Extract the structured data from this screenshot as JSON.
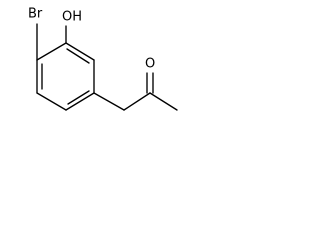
{
  "molecule": {
    "atoms": {
      "bromine": "Br",
      "hydroxyl": "OH",
      "carbonyl_oxygen": "O"
    }
  },
  "colors": {
    "background": "#ffffff",
    "ink": "#000000"
  }
}
